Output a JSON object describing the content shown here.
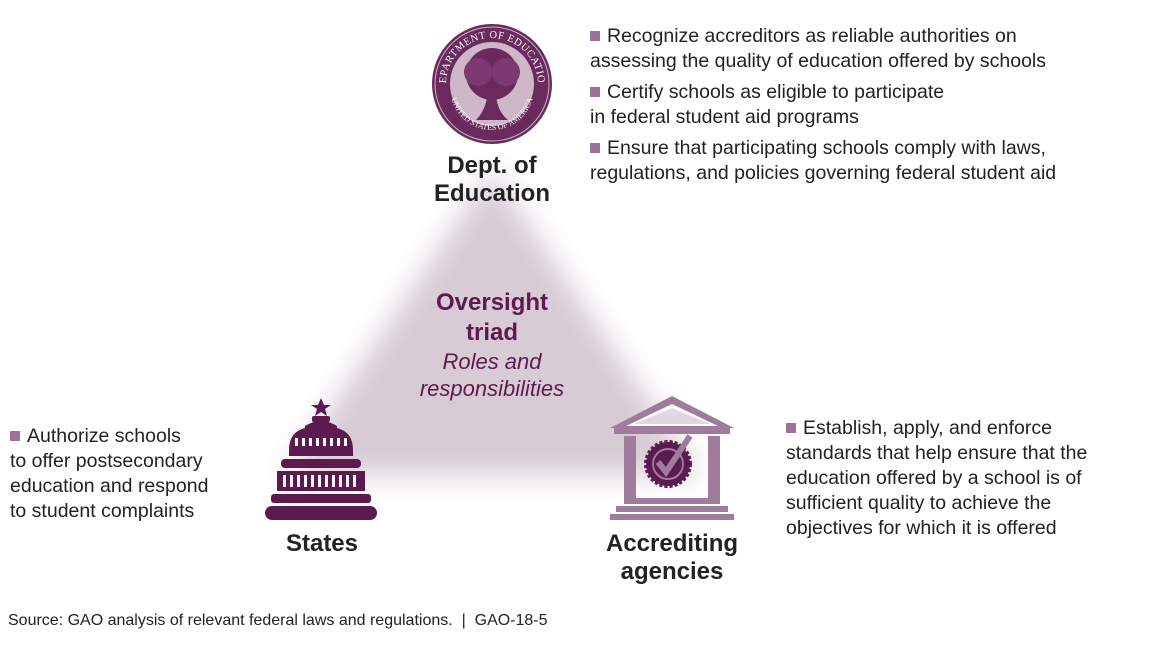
{
  "center": {
    "title_line1": "Oversight",
    "title_line2": "triad",
    "subtitle_line1": "Roles and",
    "subtitle_line2": "responsibilities"
  },
  "education": {
    "label_line1": "Dept. of",
    "label_line2": "Education",
    "seal_text_top": "DEPARTMENT OF EDUCATION",
    "seal_text_bottom": "UNITED STATES OF AMERICA",
    "bullets": [
      [
        "Recognize accreditors as reliable authorities on",
        "assessing the quality of education offered by schools"
      ],
      [
        "Certify schools as eligible to participate",
        "in federal student aid programs"
      ],
      [
        "Ensure that participating schools comply with laws,",
        "regulations, and policies governing federal student aid"
      ]
    ]
  },
  "states": {
    "label": "States",
    "bullets": [
      [
        "Authorize schools",
        "to offer postsecondary",
        "education and respond",
        "to student complaints"
      ]
    ]
  },
  "accreditors": {
    "label_line1": "Accrediting",
    "label_line2": "agencies",
    "bullets": [
      [
        "Establish, apply, and enforce",
        "standards that help ensure that the",
        "education offered by a school is of",
        "sufficient quality to achieve the",
        "objectives for which it is offered"
      ]
    ]
  },
  "source": "Source: GAO analysis of relevant federal laws and regulations.  |  GAO-18-5",
  "colors": {
    "dark_purple": "#5c1a4f",
    "light_purple": "#a07c9c",
    "triangle": "#d8cbd6",
    "bullet": "#9c7398"
  },
  "icons": {
    "education": "department-of-education-seal",
    "states": "capitol-dome-icon",
    "accreditors": "accredited-institution-icon"
  }
}
